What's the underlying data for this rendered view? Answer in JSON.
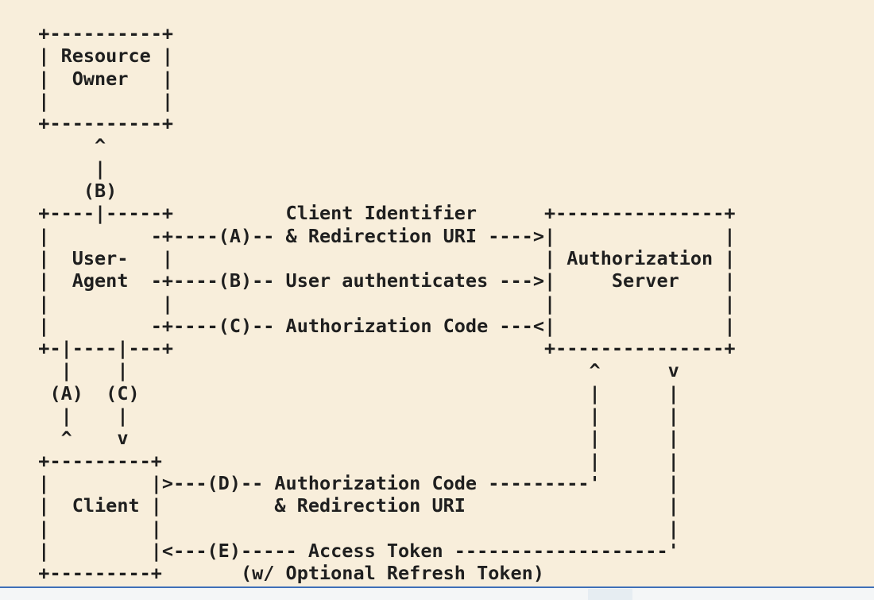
{
  "diagram": {
    "lines": [
      "  +----------+",
      "  | Resource |",
      "  |  Owner   |",
      "  |          |",
      "  +----------+",
      "       ^",
      "       |",
      "      (B)",
      "  +----|-----+          Client Identifier      +---------------+",
      "  |         -+----(A)-- & Redirection URI ---->|               |",
      "  |  User-   |                                 | Authorization |",
      "  |  Agent  -+----(B)-- User authenticates --->|     Server    |",
      "  |          |                                 |               |",
      "  |         -+----(C)-- Authorization Code ---<|               |",
      "  +-|----|---+                                 +---------------+",
      "    |    |                                         ^      v",
      "   (A)  (C)                                        |      |",
      "    |    |                                         |      |",
      "    ^    v                                         |      |",
      "  +---------+                                      |      |",
      "  |         |>---(D)-- Authorization Code ---------'      |",
      "  |  Client |          & Redirection URI                  |",
      "  |         |                                             |",
      "  |         |<---(E)----- Access Token -------------------'",
      "  +---------+       (w/ Optional Refresh Token)"
    ]
  }
}
